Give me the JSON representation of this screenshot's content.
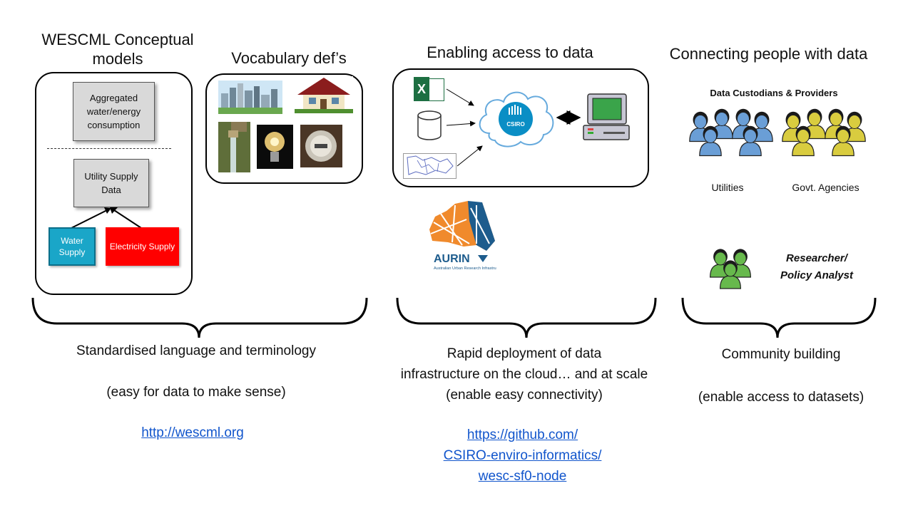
{
  "left": {
    "title_line1": "WESCML Conceptual",
    "title_line2": "models",
    "box_aggregated": "Aggregated water/energy consumption",
    "box_utility": "Utility Supply Data",
    "box_water": "Water Supply",
    "box_electricity": "Electricity Supply",
    "caption": "Standardised language and terminology",
    "caption2": "(easy for data to make sense)",
    "link": "http://wescml.org"
  },
  "vocab": {
    "title": "Vocabulary def’s"
  },
  "middle": {
    "title": "Enabling access to data",
    "excel_letter": "X",
    "cloud_label": "CSIRO",
    "aurin_label": "AURIN",
    "aurin_sub": "Australian Urban Research Infrastru",
    "caption_line1": "Rapid deployment of data",
    "caption_line2": "infrastructure on the cloud… and at scale",
    "caption_line3": "(enable easy connectivity)",
    "link_line1": "https://github.com/",
    "link_line2": "CSIRO-enviro-informatics/",
    "link_line3": "wesc-sf0-node"
  },
  "right": {
    "title": "Connecting people with data",
    "custodians_label": "Data Custodians & Providers",
    "utilities_label": "Utilities",
    "agencies_label": "Govt. Agencies",
    "researcher_line1": "Researcher/",
    "researcher_line2": "Policy Analyst",
    "caption": "Community building",
    "caption2": "(enable access to datasets)"
  },
  "colors": {
    "water": "#1aa6c8",
    "electricity": "#ff0000",
    "link": "#1155cc",
    "blue_people": "#6a9ed6",
    "yellow_people": "#d9cc3f",
    "green_people": "#67b94c",
    "aurin_orange": "#f08a2c",
    "aurin_blue": "#1d5c8d"
  }
}
